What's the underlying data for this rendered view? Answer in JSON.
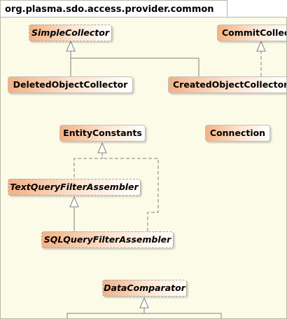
{
  "package": {
    "name": "org.plasma.sdo.access.provider.common"
  },
  "classes": {
    "simple_collector": "SimpleCollector",
    "commit_collector": "CommitCollector",
    "deleted_object_collector": "DeletedObjectCollector",
    "created_object_collector": "CreatedObjectCollector",
    "entity_constants": "EntityConstants",
    "connection": "Connection",
    "text_query_filter_assembler": "TextQueryFilterAssembler",
    "sql_query_filter_assembler": "SQLQueryFilterAssembler",
    "data_comparator": "DataComparator"
  },
  "colors": {
    "class_fill_start": "#f3b184",
    "class_fill_end": "#ffffff",
    "package_fill": "#fbfbe8",
    "edge": "#808080"
  }
}
